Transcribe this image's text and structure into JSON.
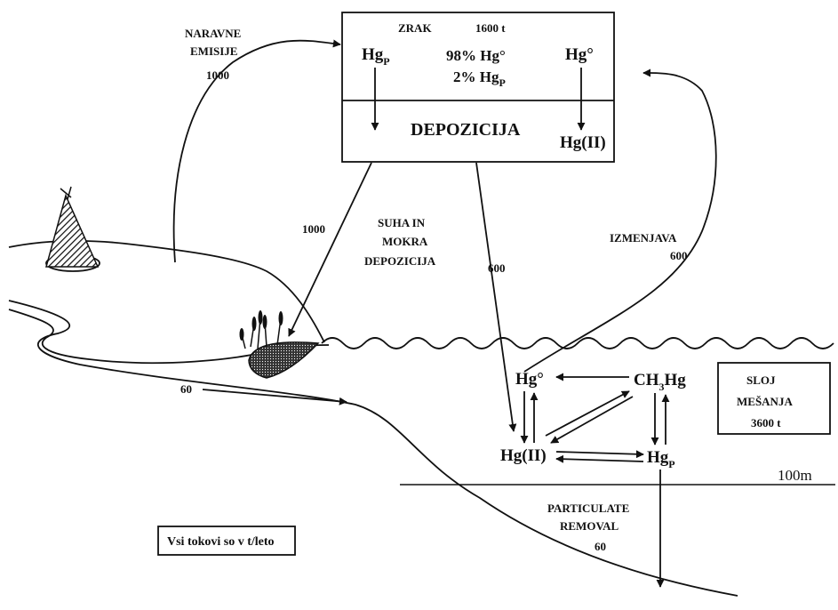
{
  "air_box": {
    "title": "ZRAK",
    "mass": "1600 t",
    "hgp_left": "Hg",
    "hgp_left_sub": "P",
    "composition_line1": "98% Hg°",
    "composition_line2_main": "2% Hg",
    "composition_line2_sub": "P",
    "hg0_right": "Hg°",
    "deposition": "DEPOZICIJA",
    "hg2": "Hg(II)"
  },
  "natural_emissions": {
    "line1": "NARAVNE",
    "line2": "EMISIJE",
    "value": "1000"
  },
  "land_deposition_value": "1000",
  "dry_wet_deposition": {
    "line1": "SUHA IN",
    "line2": "MOKRA",
    "line3": "DEPOZICIJA"
  },
  "ocean_deposition_value": "600",
  "exchange": {
    "label": "IZMENJAVA",
    "value": "600"
  },
  "river_flux": "60",
  "mixing_layer": {
    "line1": "SLOJ",
    "line2": "MEŠANJA",
    "mass": "3600 t"
  },
  "depth_label": "100m",
  "species": {
    "hg0": "Hg°",
    "ch3hg_a": "CH",
    "ch3hg_sub": "3",
    "ch3hg_b": "Hg",
    "hg2": "Hg(II)",
    "hgp": "Hg",
    "hgp_sub": "P"
  },
  "particulate_removal": {
    "line1": "PARTICULATE",
    "line2": "REMOVAL",
    "value": "60"
  },
  "units_note": "Vsi tokovi so v t/leto"
}
